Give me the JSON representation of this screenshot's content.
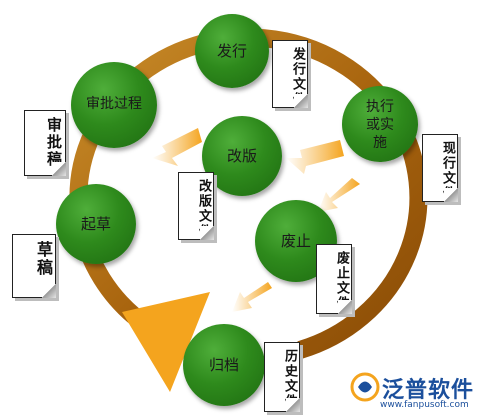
{
  "nodes": {
    "issue": "发行",
    "approval": "审批过程",
    "execute": "执行或实施",
    "revise": "改版",
    "draft": "起草",
    "obsolete": "废止",
    "archive": "归档"
  },
  "docs": {
    "issue": "发行文件",
    "approval": "审批稿",
    "current": "现行文件",
    "revise": "改版文件",
    "draft": "草稿",
    "obsolete": "废止文件",
    "history": "历史文件"
  },
  "logo": {
    "name": "泛普软件",
    "url": "www.fanpusoft.com"
  },
  "colors": {
    "node_green": "#2e8a1c",
    "arrow_orange": "#f4a41e",
    "ring_brown": "#a05f0c",
    "logo_blue": "#1b4f9c"
  }
}
